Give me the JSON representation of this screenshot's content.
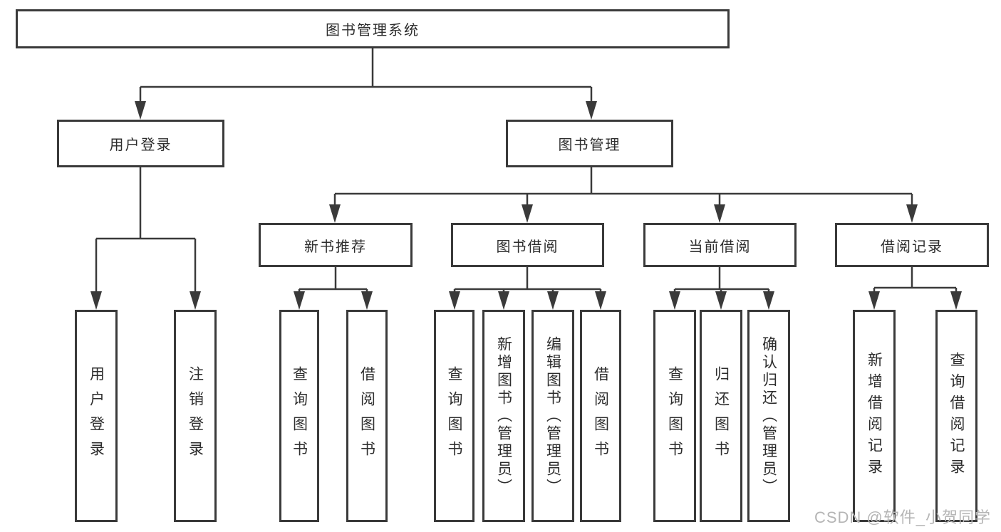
{
  "root": {
    "label": "图书管理系统"
  },
  "level2": {
    "user_login": {
      "label": "用户登录"
    },
    "book_management": {
      "label": "图书管理"
    }
  },
  "level3": {
    "new_books": {
      "label": "新书推荐"
    },
    "borrowing": {
      "label": "图书借阅"
    },
    "current": {
      "label": "当前借阅"
    },
    "records": {
      "label": "借阅记录"
    }
  },
  "leaves": {
    "user_login_login": {
      "label": "用户登录"
    },
    "user_login_logout": {
      "label": "注销登录"
    },
    "new_books_query": {
      "label": "查询图书"
    },
    "new_books_borrow": {
      "label": "借阅图书"
    },
    "borrowing_query": {
      "label": "查询图书"
    },
    "borrowing_add": {
      "label": "新增图书（管理员）"
    },
    "borrowing_edit": {
      "label": "编辑图书（管理员）"
    },
    "borrowing_borrow": {
      "label": "借阅图书"
    },
    "current_query": {
      "label": "查询图书"
    },
    "current_return": {
      "label": "归还图书"
    },
    "current_confirm": {
      "label": "确认归还（管理员）"
    },
    "records_add": {
      "label": "新增借阅记录"
    },
    "records_query": {
      "label": "查询借阅记录"
    }
  },
  "watermark": "CSDN @软件_小贺同学",
  "colors": {
    "line": "#3a3a3a",
    "box_border": "#3a3a3a",
    "text": "#2d2d2d",
    "watermark": "#b5b5b5",
    "background": "#ffffff"
  }
}
